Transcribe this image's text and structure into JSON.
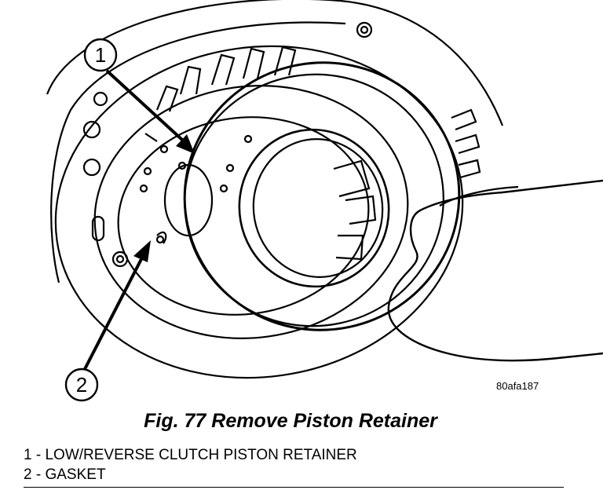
{
  "figure": {
    "title": "Fig. 77 Remove Piston Retainer",
    "image_code": "80afa187"
  },
  "callouts": [
    {
      "number": "1"
    },
    {
      "number": "2"
    }
  ],
  "legend": [
    {
      "number": "1",
      "separator": " - ",
      "text": "LOW/REVERSE CLUTCH PISTON RETAINER"
    },
    {
      "number": "2",
      "separator": " - ",
      "text": "GASKET"
    }
  ]
}
